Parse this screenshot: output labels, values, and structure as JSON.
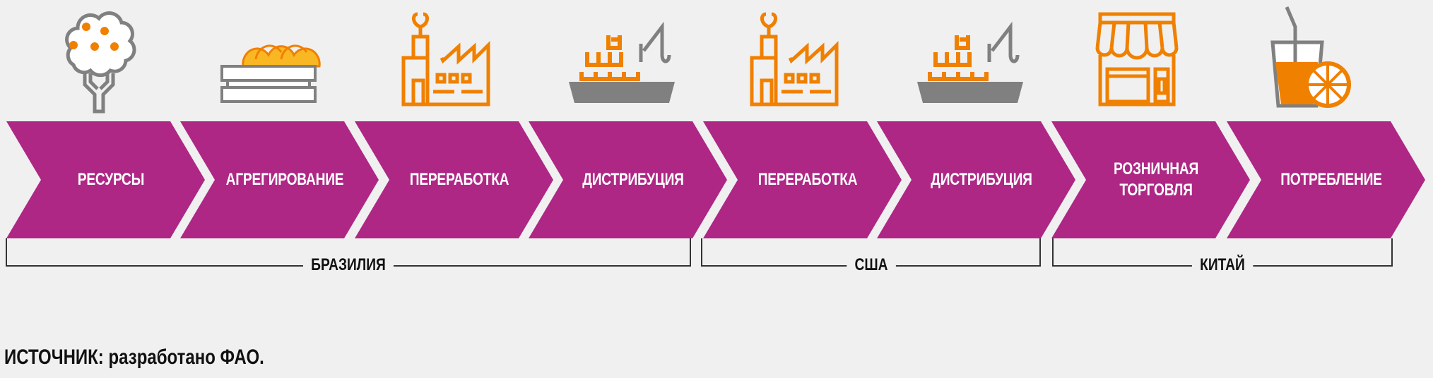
{
  "colors": {
    "chevron": "#AE2785",
    "orange": "#F08000",
    "grey": "#808080",
    "fruit": "#F9B823",
    "background": "#F0F0F0"
  },
  "stages": [
    {
      "label": "РЕСУРСЫ",
      "icon": "orange-tree-icon"
    },
    {
      "label": "АГРЕГИРОВАНИЕ",
      "icon": "fruit-crate-icon"
    },
    {
      "label": "ПЕРЕРАБОТКА",
      "icon": "factory-icon"
    },
    {
      "label": "ДИСТРИБУЦИЯ",
      "icon": "cargo-ship-icon"
    },
    {
      "label": "ПЕРЕРАБОТКА",
      "icon": "factory-icon"
    },
    {
      "label": "ДИСТРИБУЦИЯ",
      "icon": "cargo-ship-icon"
    },
    {
      "label": "РОЗНИЧНАЯ ТОРГОВЛЯ",
      "icon": "shop-icon"
    },
    {
      "label": "ПОТРЕБЛЕНИЕ",
      "icon": "juice-glass-icon"
    }
  ],
  "countries": [
    {
      "label": "БРАЗИЛИЯ"
    },
    {
      "label": "США"
    },
    {
      "label": "КИТАЙ"
    }
  ],
  "source": {
    "prefix": "ИСТОЧНИК:",
    "text": "разработано ФАО."
  }
}
